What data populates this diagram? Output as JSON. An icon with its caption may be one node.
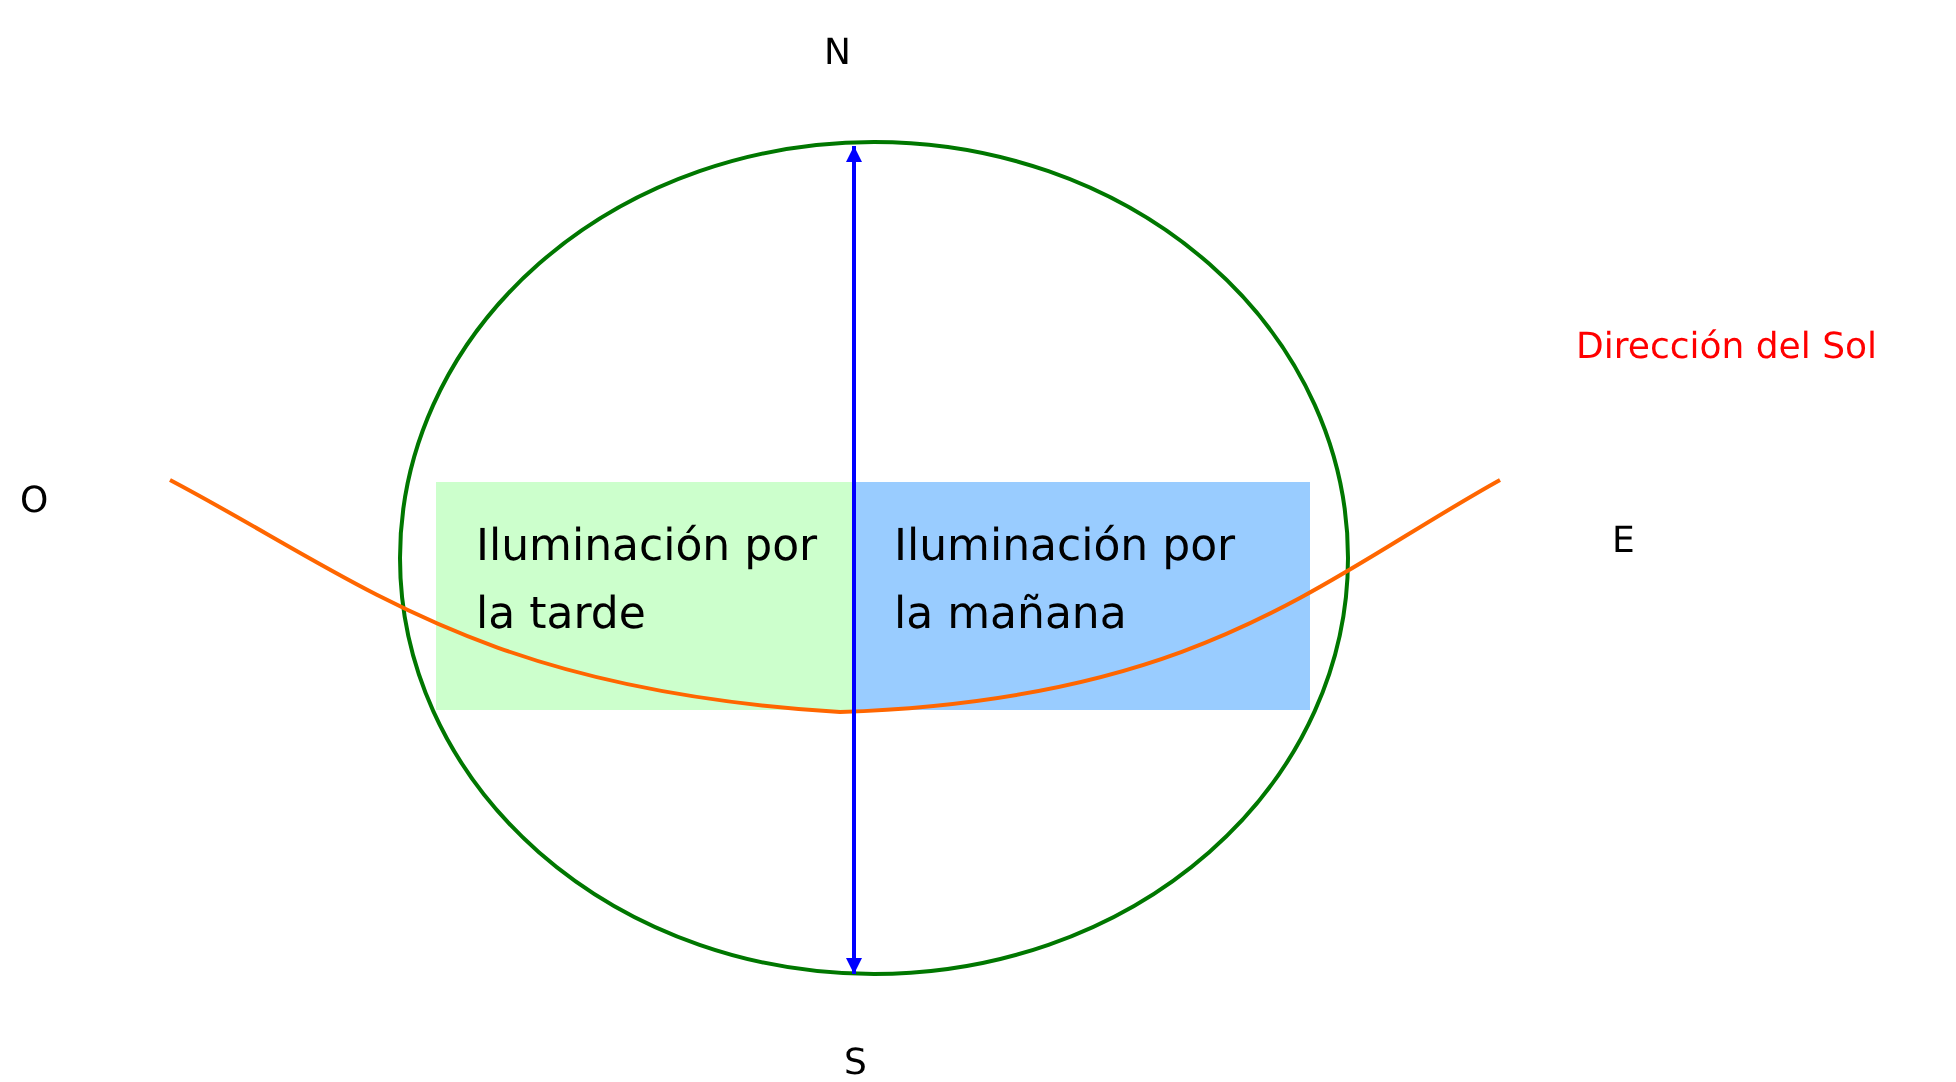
{
  "diagram": {
    "nodes": [
      {
        "text": [
          "Iluminación por la tarde"
        ]
      },
      {
        "text": [
          "Iluminación por la mañana"
        ]
      }
    ],
    "labels": [
      "N",
      "Dirección del Sol",
      "O",
      "E",
      "S"
    ]
  }
}
